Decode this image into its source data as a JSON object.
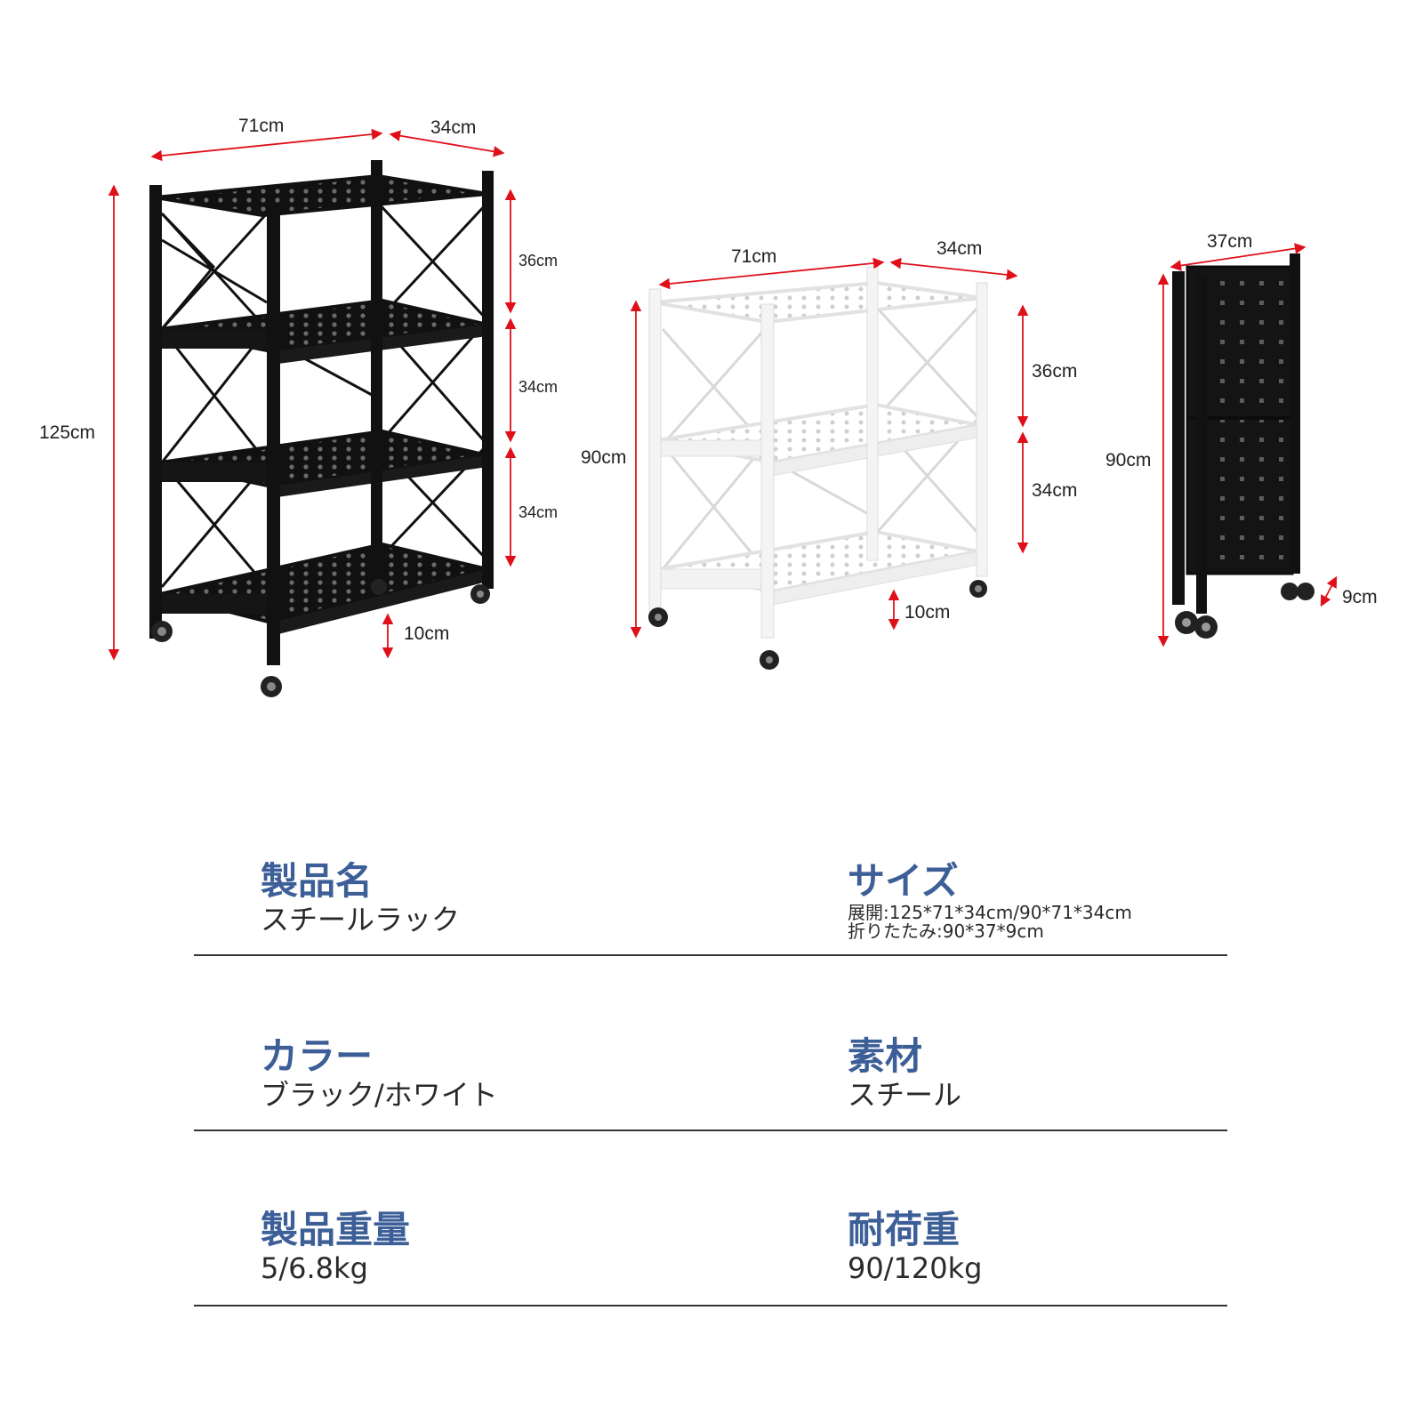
{
  "figure": {
    "black_rack": {
      "width": "71cm",
      "depth": "34cm",
      "height": "125cm",
      "tier1": "36cm",
      "tier2": "34cm",
      "tier3": "34cm",
      "clearance": "10cm"
    },
    "white_rack": {
      "width": "71cm",
      "depth": "34cm",
      "height": "90cm",
      "tier1": "36cm",
      "tier2": "34cm",
      "clearance": "10cm"
    },
    "folded_rack": {
      "width": "37cm",
      "height": "90cm",
      "thickness": "9cm"
    },
    "colors": {
      "arrow": "#e0101a",
      "black_frame": "#111111",
      "white_frame": "#f2f2f2",
      "label_blue": "#3d5f97"
    }
  },
  "specs": {
    "product_name": {
      "label": "製品名",
      "value": "スチールラック"
    },
    "size": {
      "label": "サイズ",
      "line1": "展開:125*71*34cm/90*71*34cm",
      "line2": "折りたたみ:90*37*9cm"
    },
    "color": {
      "label": "カラー",
      "value": "ブラック/ホワイト"
    },
    "material": {
      "label": "素材",
      "value": "スチール"
    },
    "weight": {
      "label": "製品重量",
      "value": "5/6.8kg"
    },
    "load": {
      "label": "耐荷重",
      "value": "90/120kg"
    }
  }
}
